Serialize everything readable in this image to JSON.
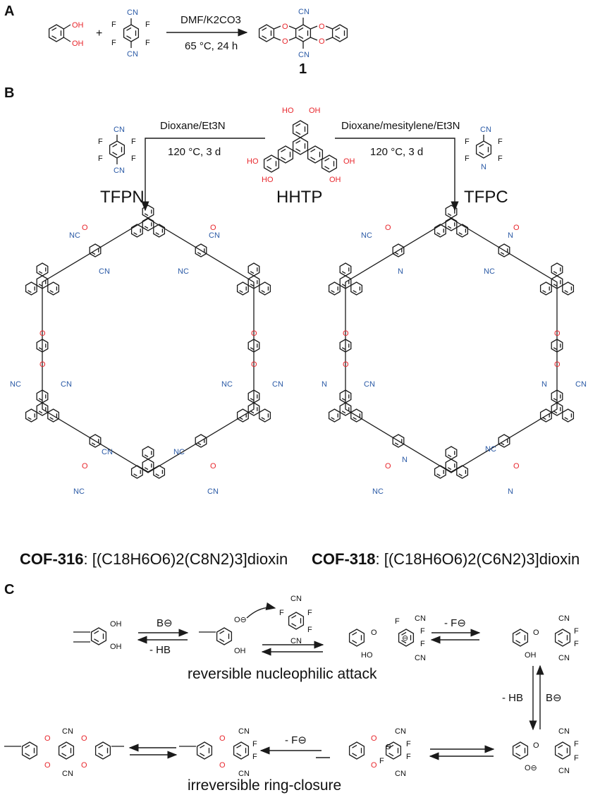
{
  "panels": {
    "A": {
      "label": "A",
      "conditions_top": "DMF/K2CO3",
      "conditions_bottom": "65 °C, 24 h",
      "plus": "+",
      "product_label": "1",
      "atoms": {
        "oh1": "OH",
        "oh2": "OH",
        "cn_top": "CN",
        "cn_bottom": "CN",
        "f1": "F",
        "f2": "F",
        "f3": "F",
        "f4": "F",
        "pcn_top": "CN",
        "pcn_bottom": "CN"
      }
    },
    "B": {
      "label": "B",
      "left_conditions_top": "Dioxane/Et3N",
      "left_conditions_bottom": "120 °C, 3 d",
      "right_conditions_top": "Dioxane/mesitylene/Et3N",
      "right_conditions_bottom": "120 °C, 3 d",
      "tfpn": "TFPN",
      "hhtp": "HHTP",
      "tfpc": "TFPC",
      "cof316_name": "COF-316",
      "cof316_formula": ": [(C18H6O6)2(C8N2)3]dioxin",
      "cof318_name": "COF-318",
      "cof318_formula": ": [(C18H6O6)2(C6N2)3]dioxin"
    },
    "C": {
      "label": "C",
      "base": "B⊖",
      "minus_hb": "- HB",
      "minus_f": "- F⊖",
      "caption_top": "reversible nucleophilic attack",
      "caption_bottom": "irreversible ring-closure"
    }
  },
  "colors": {
    "oxygen": "#e8262c",
    "nitrogen": "#2b5aa6",
    "bond": "#1a1a1a"
  }
}
